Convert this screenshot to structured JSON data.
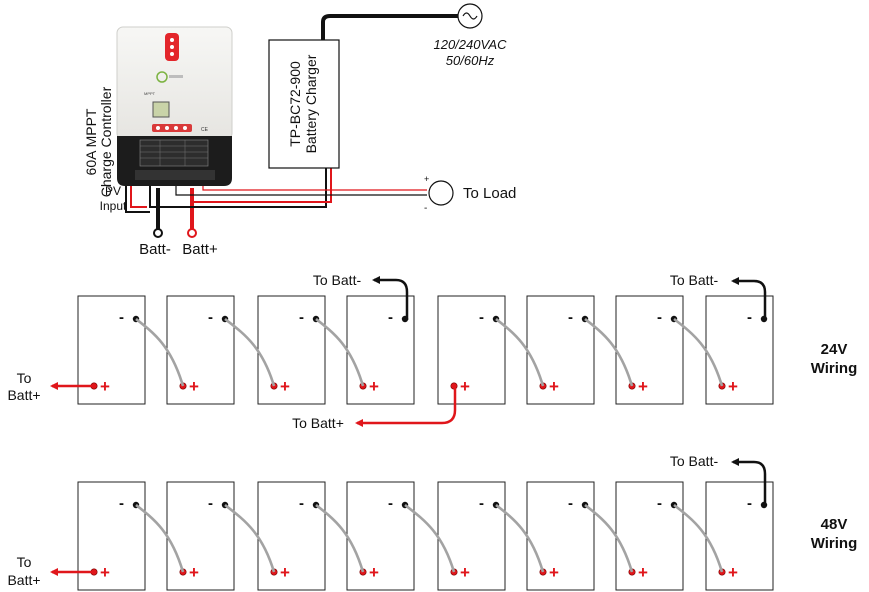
{
  "controller": {
    "label_line1": "60A MPPT",
    "label_line2": "Charge Controller",
    "screen_title": "MPPT"
  },
  "charger": {
    "label_line1": "TP-BC72-900",
    "label_line2": "Battery Charger"
  },
  "ac_source": {
    "line1": "120/240VAC",
    "line2": "50/60Hz"
  },
  "pv_input": {
    "line1": "PV",
    "line2": "Input"
  },
  "load": {
    "label": "To Load",
    "plus": "+",
    "minus": "-"
  },
  "terminals": {
    "batt_neg": "Batt-",
    "batt_pos": "Batt+"
  },
  "battery_terminal_signs": {
    "negative": "-",
    "positive": "+"
  },
  "bank_24v": {
    "title_line1": "24V",
    "title_line2": "Wiring",
    "battery_count": 8,
    "to_batt_neg_left": "To Batt-",
    "to_batt_neg_right": "To Batt-",
    "to_batt_pos_middle": "To Batt+",
    "to_batt_pos_left_line1": "To",
    "to_batt_pos_left_line2": "Batt+"
  },
  "bank_48v": {
    "title_line1": "48V",
    "title_line2": "Wiring",
    "battery_count": 8,
    "to_batt_neg": "To Batt-",
    "to_batt_pos_left_line1": "To",
    "to_batt_pos_left_line2": "Batt+"
  },
  "colors": {
    "positive": "#e0161b",
    "negative": "#111111",
    "jumper": "#a3a3a3",
    "battery_outline": "#222222",
    "controller_body": "#f2f1ee",
    "controller_base": "#1c1c1c",
    "controller_accent": "#e3262b"
  }
}
